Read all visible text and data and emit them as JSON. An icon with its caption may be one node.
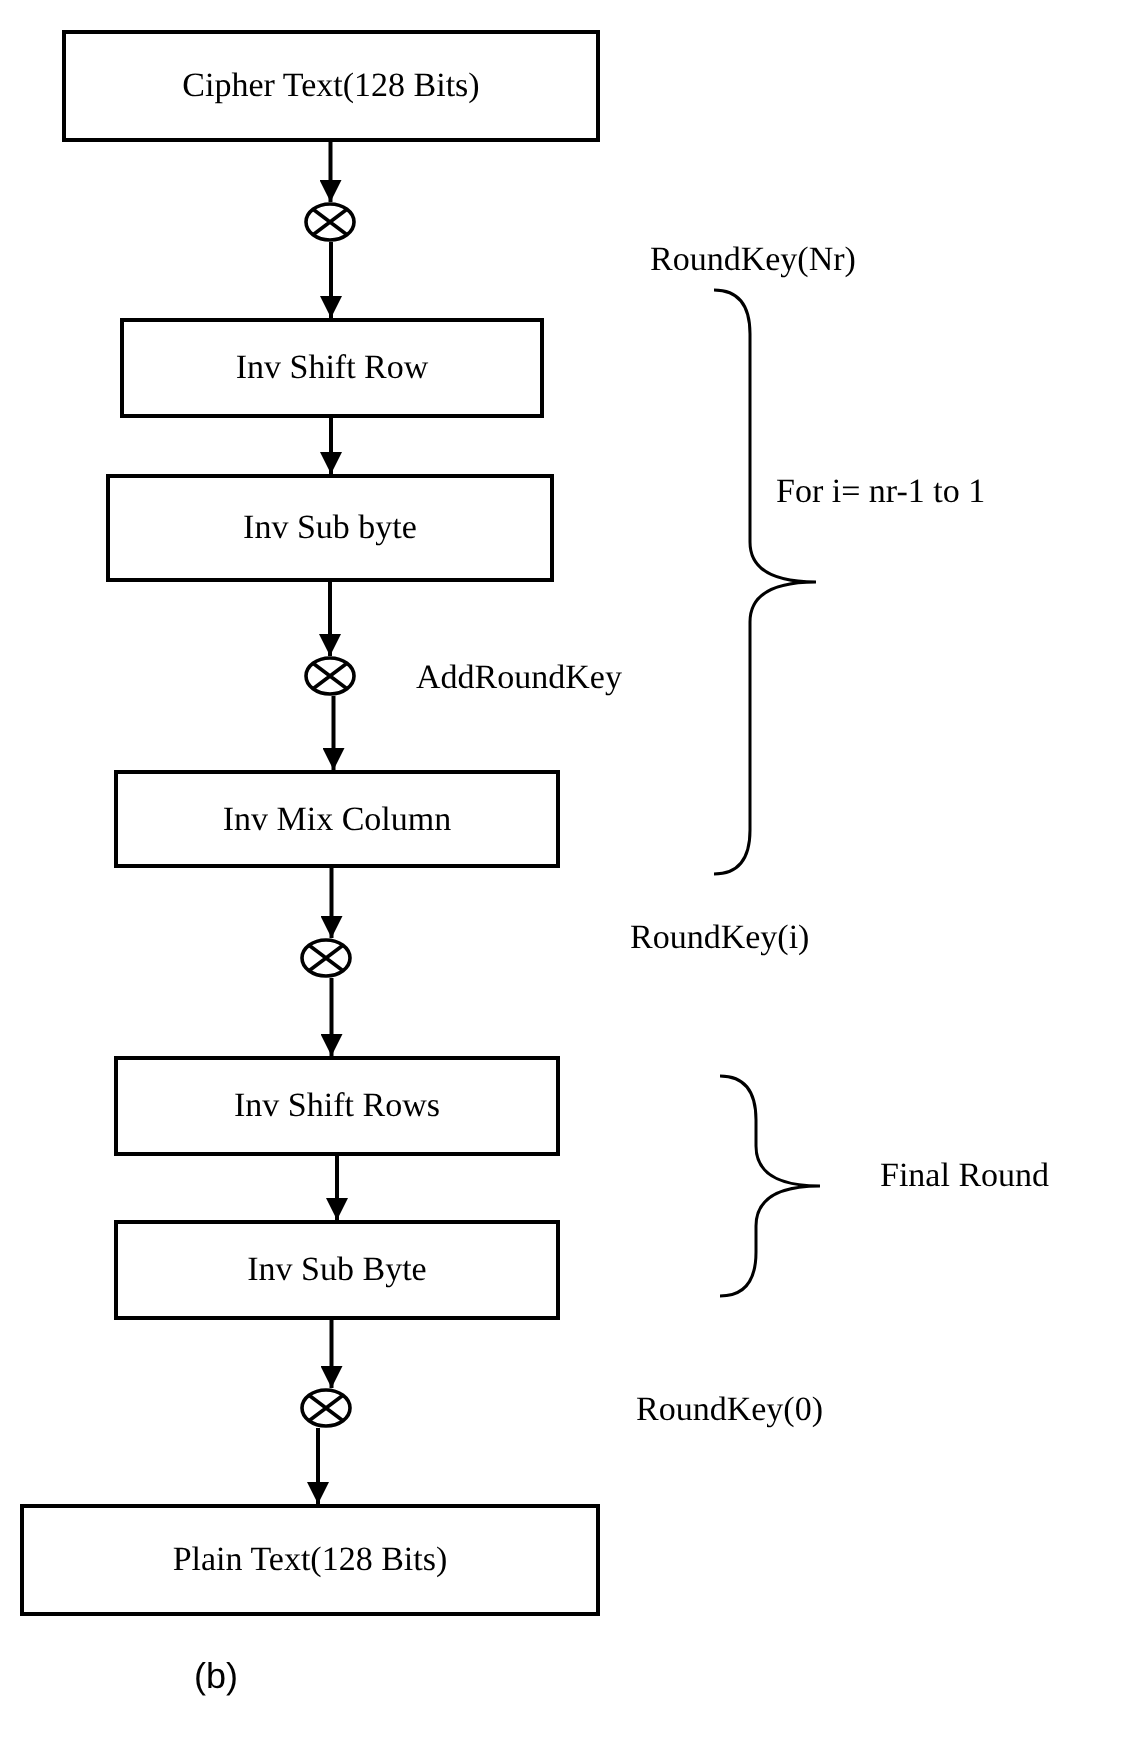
{
  "diagram": {
    "caption": "(b)",
    "nodes": [
      {
        "text": [
          "Cipher Text(128 Bits)"
        ]
      },
      {
        "text": [],
        "shape": "circle"
      },
      {
        "text": [
          "Inv Shift Row"
        ]
      },
      {
        "text": [
          "Inv Sub byte"
        ]
      },
      {
        "text": [],
        "shape": "circle",
        "beside": [
          "AddRoundKey"
        ]
      },
      {
        "text": [
          "Inv Mix Column"
        ]
      },
      {
        "text": [],
        "shape": "circle"
      },
      {
        "text": [
          "Inv Shift Rows"
        ]
      },
      {
        "text": [
          "Inv Sub Byte"
        ]
      },
      {
        "text": [],
        "shape": "circle"
      },
      {
        "text": [
          "Plain Text(128 Bits)"
        ]
      }
    ],
    "edges": [
      {
        "from": 0,
        "to": 1,
        "arrow": "to"
      },
      {
        "from": 1,
        "to": 2,
        "arrow": "to"
      },
      {
        "from": 2,
        "to": 3,
        "arrow": "to"
      },
      {
        "from": 3,
        "to": 4,
        "arrow": "to"
      },
      {
        "from": 4,
        "to": 5,
        "arrow": "to"
      },
      {
        "from": 5,
        "to": 6,
        "arrow": "to"
      },
      {
        "from": 6,
        "to": 7,
        "arrow": "to"
      },
      {
        "from": 7,
        "to": 8,
        "arrow": "to"
      },
      {
        "from": 8,
        "to": 9,
        "arrow": "to"
      },
      {
        "from": 9,
        "to": 10,
        "arrow": "to"
      }
    ],
    "labels": [
      "RoundKey(Nr)",
      "For i= nr-1 to 1",
      "RoundKey(i)",
      "Final Round",
      "RoundKey(0)"
    ]
  }
}
